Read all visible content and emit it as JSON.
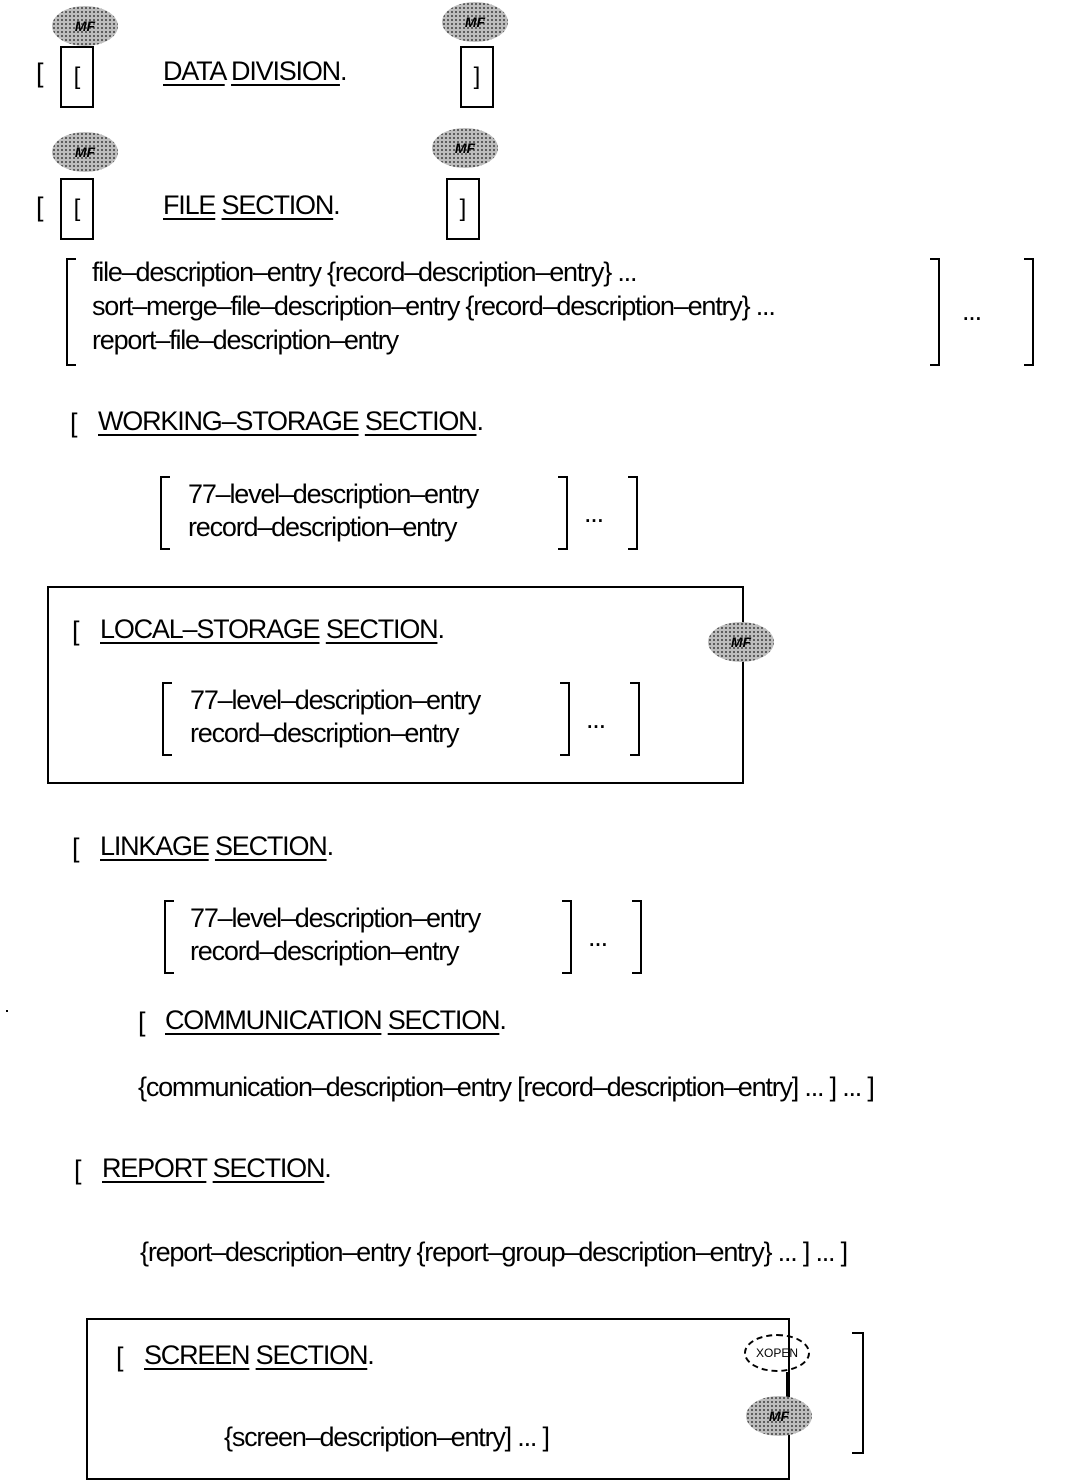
{
  "markers": {
    "mf": "MF",
    "xopen": "XOPEN"
  },
  "brackets": {
    "open": "[",
    "close": "]",
    "brace_open": "{",
    "brace_close": "}",
    "ellipsis": "..."
  },
  "data_division": {
    "keyword1": "DATA",
    "keyword2": "DIVISION",
    "period": "."
  },
  "file_section": {
    "keyword1": "FILE",
    "keyword2": "SECTION",
    "period": ".",
    "entries": [
      "file–description–entry {record–description–entry} ...",
      "sort–merge–file–description–entry {record–description–entry} ...",
      "report–file–description–entry"
    ]
  },
  "working_storage": {
    "keyword1": "WORKING–STORAGE",
    "keyword2": "SECTION",
    "period": ".",
    "entries": [
      "77–level–description–entry",
      "record–description–entry"
    ]
  },
  "local_storage": {
    "keyword1": "LOCAL–STORAGE",
    "keyword2": "SECTION",
    "period": ".",
    "entries": [
      "77–level–description–entry",
      "record–description–entry"
    ]
  },
  "linkage": {
    "keyword1": "LINKAGE",
    "keyword2": "SECTION",
    "period": ".",
    "entries": [
      "77–level–description–entry",
      "record–description–entry"
    ]
  },
  "communication": {
    "keyword1": "COMMUNICATION",
    "keyword2": "SECTION",
    "period": ".",
    "entry": "{communication–description–entry [record–description–entry] ... ] ... ]"
  },
  "report": {
    "keyword1": "REPORT",
    "keyword2": "SECTION",
    "period": ".",
    "entry": "{report–description–entry {report–group–description–entry} ... ] ... ]"
  },
  "screen": {
    "keyword1": "SCREEN",
    "keyword2": "SECTION",
    "period": ".",
    "entry": "{screen–description–entry] ... ]"
  }
}
